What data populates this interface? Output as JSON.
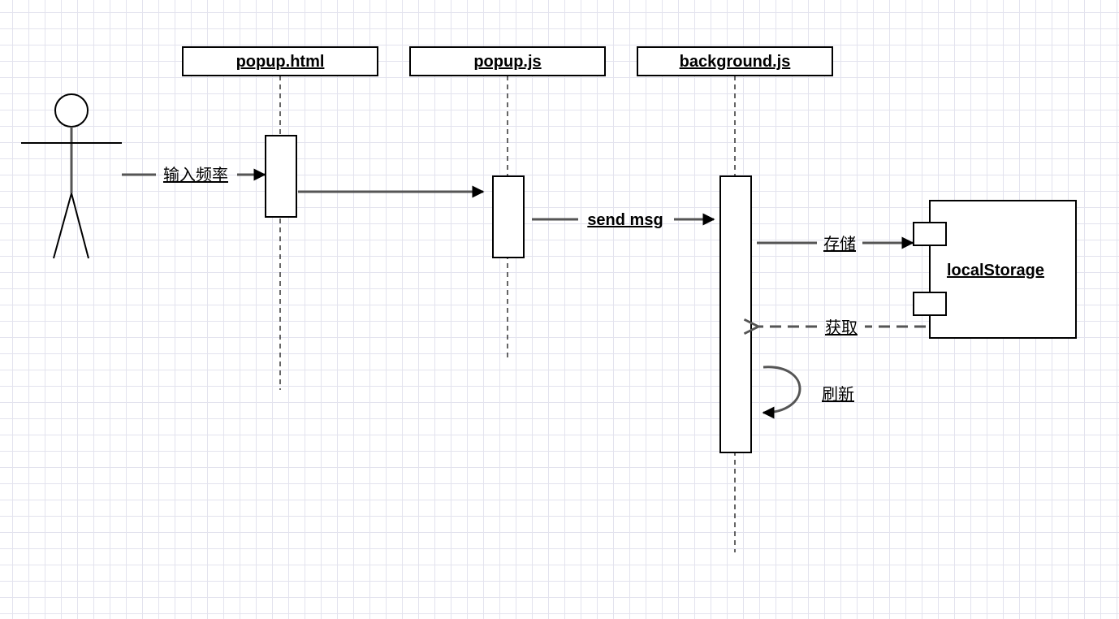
{
  "participants": {
    "popup_html": "popup.html",
    "popup_js": "popup.js",
    "background_js": "background.js"
  },
  "component": {
    "local_storage": "localStorage"
  },
  "messages": {
    "input_frequency": "输入频率",
    "send_msg": "send msg",
    "store": "存储",
    "fetch": "获取",
    "refresh": "刷新"
  }
}
